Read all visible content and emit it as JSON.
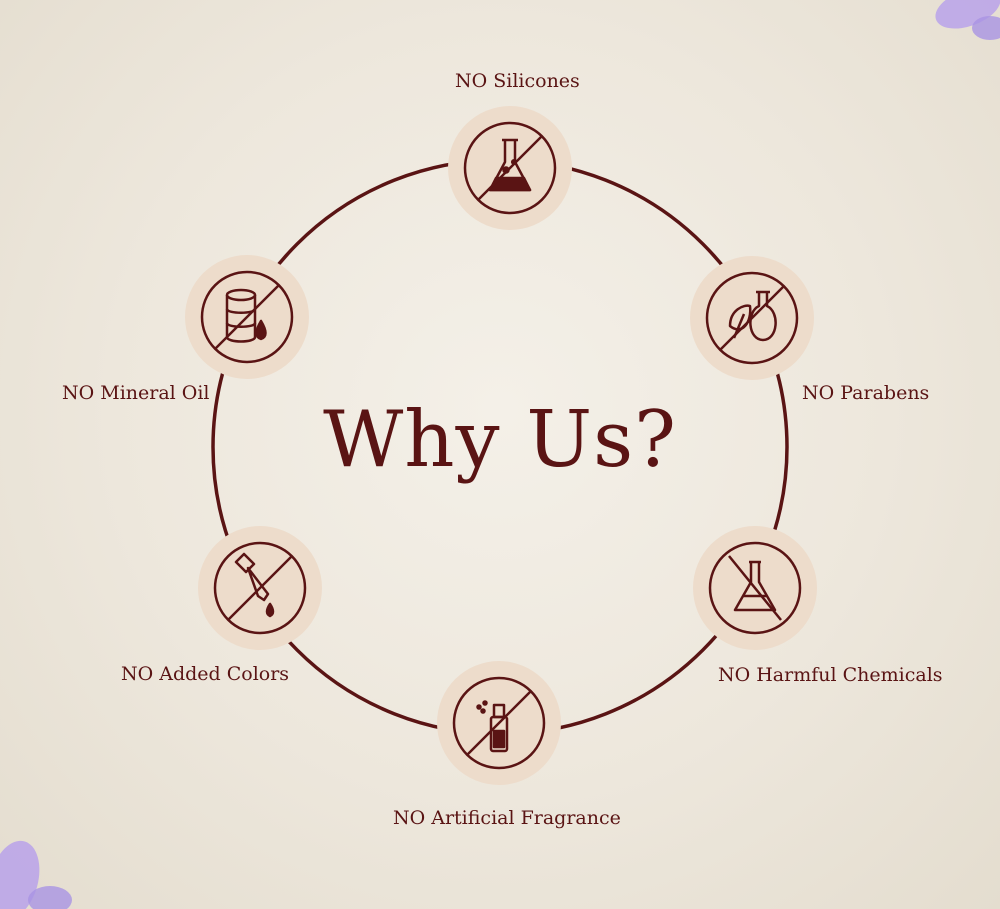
{
  "title": "Why Us?",
  "colors": {
    "ink": "#5a1414",
    "halo": "#eddccb",
    "background": "#ede7dc",
    "petal": "#b8a2ea"
  },
  "items": [
    {
      "label": "NO Silicones",
      "icon": "flask-bubbles-icon"
    },
    {
      "label": "NO Parabens",
      "icon": "leaf-bottle-icon"
    },
    {
      "label": "NO Harmful Chemicals",
      "icon": "flask-icon"
    },
    {
      "label": "NO Artificial Fragrance",
      "icon": "spray-bottle-icon"
    },
    {
      "label": "NO Added Colors",
      "icon": "dropper-icon"
    },
    {
      "label": "NO Mineral Oil",
      "icon": "oil-barrel-icon"
    }
  ]
}
